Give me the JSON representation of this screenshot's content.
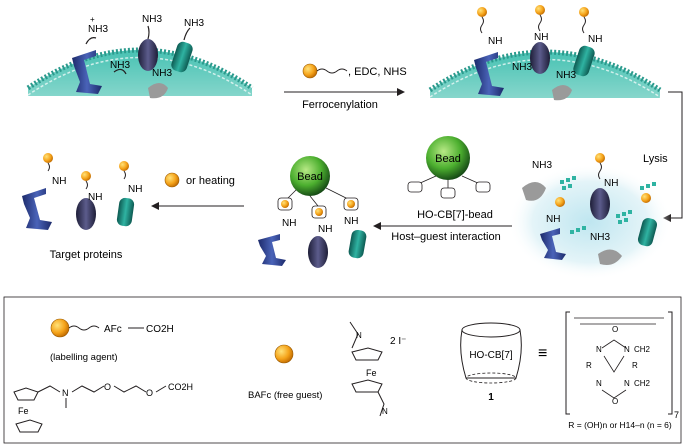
{
  "top_left_cell": {
    "amine_labels": [
      "NH3",
      "NH3",
      "NH3",
      "NH3",
      "NH3"
    ],
    "plus_sign": "+"
  },
  "top_right_cell": {
    "nh_labels": [
      "NH",
      "NH",
      "NH"
    ],
    "amine_labels": [
      "NH3",
      "NH3"
    ]
  },
  "step_ferrocenylation": {
    "reagents": ", EDC, NHS",
    "label": "Ferrocenylation"
  },
  "step_lysis": {
    "label": "Lysis"
  },
  "lysate": {
    "nh_labels": [
      "NH",
      "NH"
    ],
    "amine_labels": [
      "NH3",
      "NH3"
    ]
  },
  "step_host_guest": {
    "bead_text": "Bead",
    "reagent": "HO-CB[7]-bead",
    "label": "Host–guest interaction"
  },
  "bead_complex": {
    "bead_text": "Bead",
    "nh_labels": [
      "NH",
      "NH",
      "NH"
    ]
  },
  "step_release": {
    "label": "or heating"
  },
  "target_proteins": {
    "nh_labels": [
      "NH",
      "NH",
      "NH"
    ],
    "caption": "Target proteins"
  },
  "legend": {
    "labelling_agent": {
      "formula_prefix": "AFc",
      "formula_suffix": "CO2H",
      "caption": "(labelling agent)"
    },
    "struct_labels": {
      "n": "N",
      "o1": "O",
      "o2": "O",
      "fe": "Fe",
      "co2h": "CO2H"
    },
    "free_guest": {
      "caption": "BAFc (free guest)",
      "counter_ion": "2 I⁻",
      "fe": "Fe"
    },
    "host": {
      "barrel_label": "HO-CB[7]",
      "number": "1",
      "equiv": "≡",
      "repeat_n": "7",
      "atoms": [
        "O",
        "N",
        "N",
        "R",
        "R",
        "N",
        "N",
        "O",
        "CH2",
        "CH2"
      ],
      "r_definition": "R = (OH)n or H14–n (n = 6)"
    }
  },
  "colors": {
    "membrane": "#3fbcae",
    "ferrocene": "#f5a31a",
    "bead": "#2e8b2e",
    "protein_blue": "#2b3e8c",
    "protein_teal": "#137a70",
    "arrow": "#231f20"
  }
}
